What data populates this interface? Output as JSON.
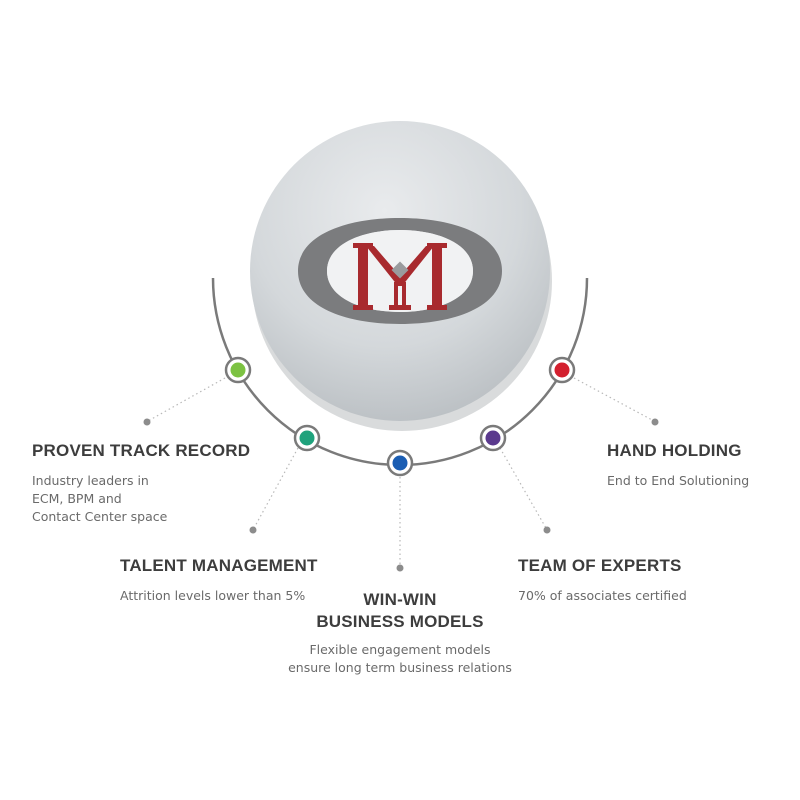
{
  "logo": {
    "letter": "M"
  },
  "colors": {
    "green": "#7cc242",
    "teal": "#1fa27c",
    "blue": "#1a5db3",
    "purple": "#5b3a8e",
    "red": "#d3202f",
    "logo_red": "#a82a2e",
    "logo_gray": "#7b7c7e",
    "arc_gray": "#7a7a7a"
  },
  "items": [
    {
      "title": "PROVEN TRACK RECORD",
      "desc": [
        "Industry leaders in",
        "ECM, BPM and",
        "Contact Center space"
      ],
      "color_name": "green"
    },
    {
      "title": "TALENT MANAGEMENT",
      "desc": [
        "Attrition levels lower than 5%"
      ],
      "color_name": "teal"
    },
    {
      "title_lines": [
        "WIN-WIN",
        "BUSINESS MODELS"
      ],
      "desc": [
        "Flexible engagement models",
        "ensure long term business relations"
      ],
      "color_name": "blue"
    },
    {
      "title": "TEAM OF EXPERTS",
      "desc": [
        "70% of associates certified"
      ],
      "color_name": "purple"
    },
    {
      "title": "HAND HOLDING",
      "desc": [
        "End to End Solutioning"
      ],
      "color_name": "red"
    }
  ]
}
